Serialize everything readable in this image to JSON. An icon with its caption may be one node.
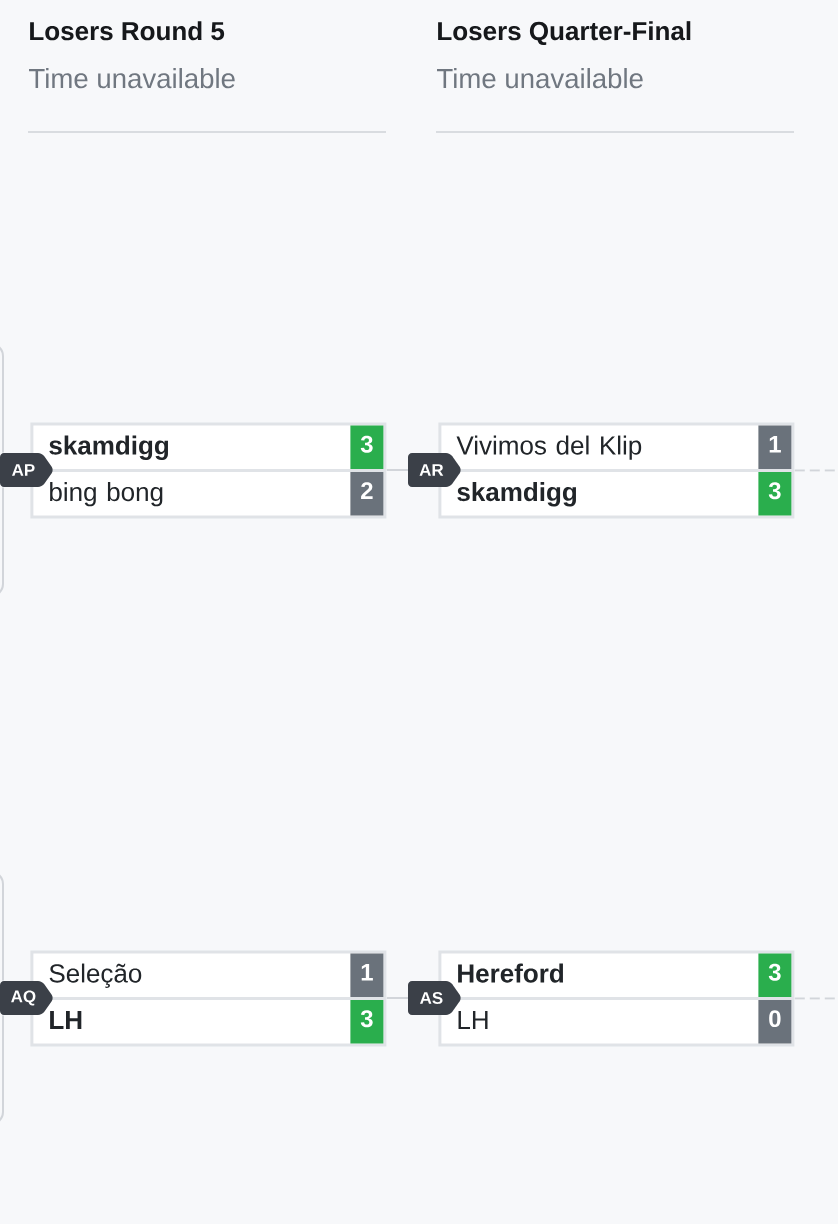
{
  "diagram": {
    "nodes": [
      {
        "text": [
          "AP"
        ]
      },
      {
        "text": [],
        "shape": "box"
      },
      {
        "text": [
          "skamdigg"
        ],
        "in": 1
      },
      {
        "text": [
          "3"
        ],
        "in": 2
      },
      {
        "text": [
          "bing bong"
        ],
        "in": 1
      },
      {
        "text": [
          "2"
        ],
        "in": 4
      },
      {
        "text": [
          "AR"
        ]
      },
      {
        "text": [],
        "shape": "box"
      },
      {
        "text": [
          "Vivimos del Klip"
        ],
        "in": 7
      },
      {
        "text": [
          "1"
        ],
        "in": 8
      },
      {
        "text": [
          "skamdigg"
        ],
        "in": 7
      },
      {
        "text": [
          "3"
        ],
        "in": 10
      },
      {
        "text": [
          "AQ"
        ]
      },
      {
        "text": [],
        "shape": "box"
      },
      {
        "text": [
          "Seleção"
        ],
        "in": 13
      },
      {
        "text": [
          "1"
        ],
        "in": 14
      },
      {
        "text": [
          "LH"
        ],
        "in": 13
      },
      {
        "text": [
          "3"
        ],
        "in": 16
      },
      {
        "text": [
          "AS"
        ]
      },
      {
        "text": [],
        "shape": "box"
      },
      {
        "text": [
          "Hereford"
        ],
        "in": 19
      },
      {
        "text": [
          "3"
        ],
        "in": 20
      },
      {
        "text": [
          "LH"
        ],
        "in": 19
      },
      {
        "text": [
          "0"
        ],
        "in": 22
      }
    ],
    "edges": [
      {
        "from": 1,
        "to": 6,
        "arrow": "none"
      },
      {
        "from": 7,
        "to": null,
        "arrow": "none",
        "style": "dashed"
      },
      {
        "from": null,
        "to": 0,
        "arrow": "none"
      },
      {
        "from": null,
        "to": 0,
        "arrow": "none"
      },
      {
        "from": 13,
        "to": 18,
        "arrow": "none"
      },
      {
        "from": 19,
        "to": null,
        "arrow": "none",
        "style": "dashed"
      },
      {
        "from": null,
        "to": 12,
        "arrow": "none"
      },
      {
        "from": null,
        "to": 12,
        "arrow": "none"
      }
    ],
    "labels": [
      "Losers Round 5",
      "Time unavailable",
      "Losers Quarter-Final",
      "Time unavailable"
    ]
  }
}
